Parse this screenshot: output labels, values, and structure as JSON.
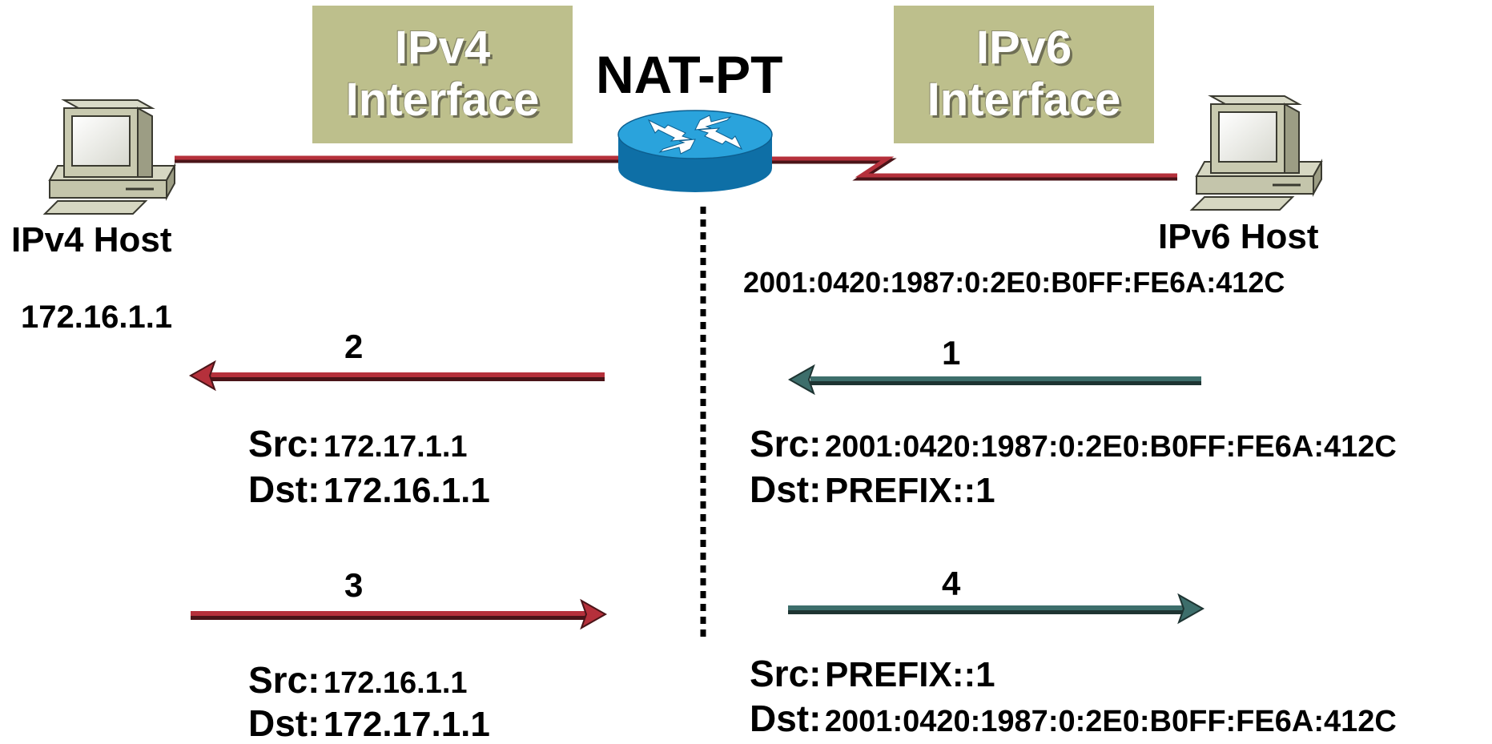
{
  "colors": {
    "ipv4_link": "#b5303b",
    "ipv6_link": "#3d6e6b",
    "interface_box": "#bdbf8c",
    "router": "#1e8fc8"
  },
  "router": {
    "title": "NAT-PT",
    "icon": "router-icon"
  },
  "interfaces": {
    "ipv4": {
      "line1": "IPv4",
      "line2": "Interface"
    },
    "ipv6": {
      "line1": "IPv6",
      "line2": "Interface"
    }
  },
  "hosts": {
    "ipv4": {
      "label": "IPv4 Host",
      "address": "172.16.1.1",
      "icon": "computer-icon"
    },
    "ipv6": {
      "label": "IPv6 Host",
      "address": "2001:0420:1987:0:2E0:B0FF:FE6A:412C",
      "icon": "computer-icon"
    }
  },
  "packets": [
    {
      "step": "2",
      "direction": "left",
      "side": "ipv4",
      "src_label": "Src:",
      "src": "172.17.1.1",
      "dst_label": "Dst:",
      "dst": "172.16.1.1"
    },
    {
      "step": "1",
      "direction": "left",
      "side": "ipv6",
      "src_label": "Src:",
      "src": "2001:0420:1987:0:2E0:B0FF:FE6A:412C",
      "dst_label": "Dst:",
      "dst": "PREFIX::1"
    },
    {
      "step": "3",
      "direction": "right",
      "side": "ipv4",
      "src_label": "Src:",
      "src": "172.16.1.1",
      "dst_label": "Dst:",
      "dst": "172.17.1.1"
    },
    {
      "step": "4",
      "direction": "right",
      "side": "ipv6",
      "src_label": "Src:",
      "src": "PREFIX::1",
      "dst_label": "Dst:",
      "dst": "2001:0420:1987:0:2E0:B0FF:FE6A:412C"
    }
  ]
}
